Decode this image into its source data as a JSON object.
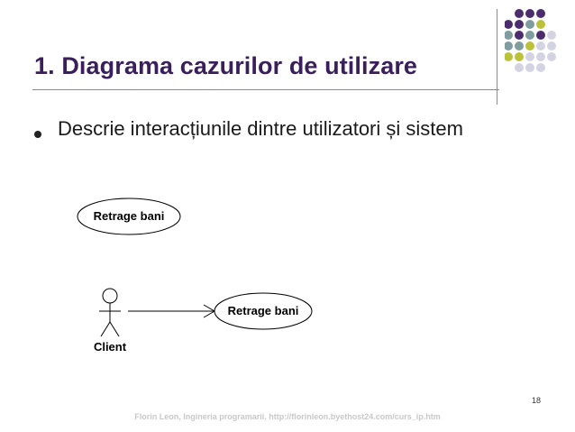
{
  "slide": {
    "title": "1. Diagrama cazurilor de utilizare",
    "bullets": [
      "Descrie interacțiunile dintre utilizatori și sistem"
    ],
    "footer": "Florin Leon, Ingineria programarii, http://florinleon.byethost24.com/curs_ip.htm",
    "page_number": "18"
  },
  "diagram": {
    "use_case_1": "Retrage bani",
    "use_case_2": "Retrage bani",
    "actor": "Client"
  },
  "decoration": {
    "dot_colors": {
      "purple": "#4b2d6e",
      "teal": "#7f9c9e",
      "olive": "#bcc13a",
      "lavender": "#d4d3e4"
    }
  }
}
